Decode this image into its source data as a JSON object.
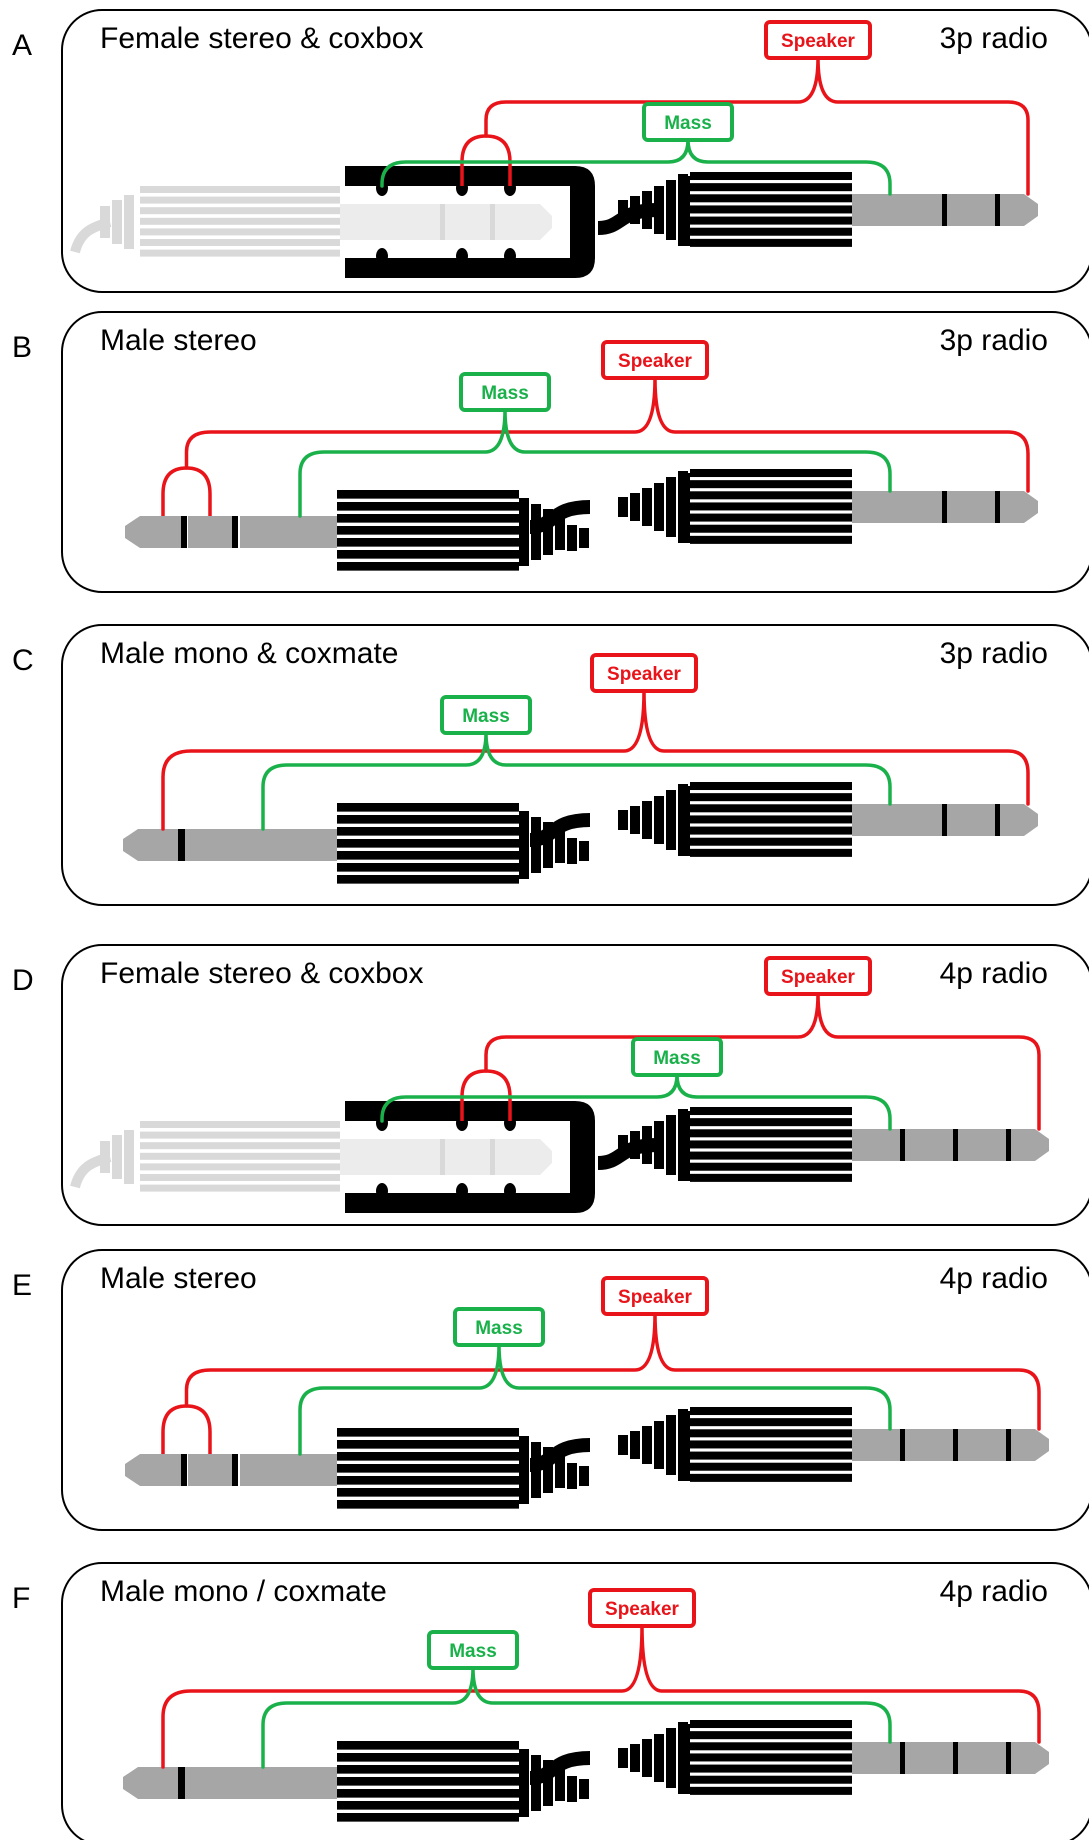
{
  "colors": {
    "speaker": "#e8141a",
    "mass": "#1ab14b",
    "plug_body": "#000000",
    "metal": "#a6a6a6",
    "faded": "#d9d9d9",
    "panel_border": "#000000"
  },
  "labels": {
    "speaker": "Speaker",
    "mass": "Mass"
  },
  "panels": [
    {
      "letter": "A",
      "title": "Female stereo & coxbox",
      "radio": "3p radio",
      "left": "female",
      "right_poles": 3
    },
    {
      "letter": "B",
      "title": "Male stereo",
      "radio": "3p radio",
      "left": "stereo",
      "right_poles": 3
    },
    {
      "letter": "C",
      "title": "Male mono & coxmate",
      "radio": "3p radio",
      "left": "mono",
      "right_poles": 3
    },
    {
      "letter": "D",
      "title": "Female stereo & coxbox",
      "radio": "4p radio",
      "left": "female",
      "right_poles": 4
    },
    {
      "letter": "E",
      "title": "Male stereo",
      "radio": "4p radio",
      "left": "stereo",
      "right_poles": 4
    },
    {
      "letter": "F",
      "title": "Male mono / coxmate",
      "radio": "4p radio",
      "left": "mono",
      "right_poles": 4
    }
  ]
}
